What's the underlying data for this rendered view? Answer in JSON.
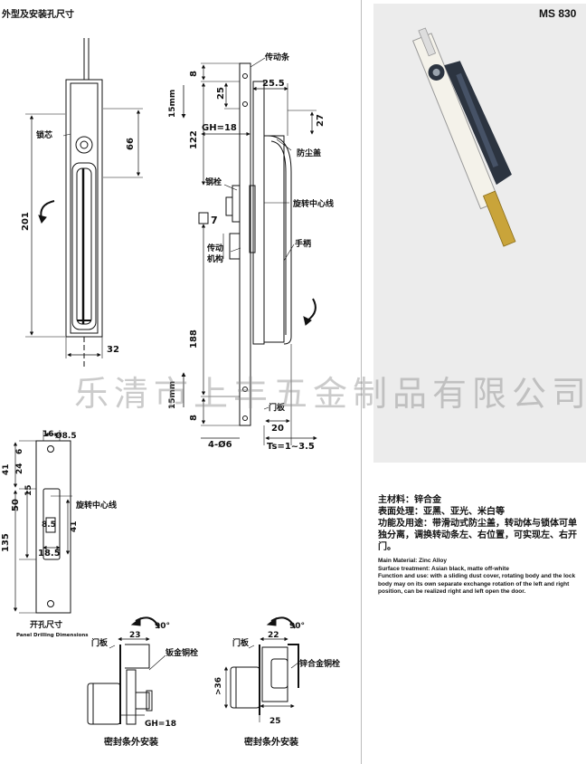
{
  "header": {
    "title": "外型及安装孔尺寸",
    "model": "MS 830"
  },
  "labels": {
    "lock_core": "锁芯",
    "transmission_bar": "传动条",
    "dust_cover": "防尘盖",
    "latch_pin": "钢栓",
    "rotation_center": "旋转中心线",
    "transmission_mech_1": "传动",
    "transmission_mech_2": "机构",
    "handle": "手柄",
    "door_panel": "门板",
    "panel_drilling_cn": "开孔尺寸",
    "panel_drilling_en": "Panel Drilling Dimensions",
    "sheet_pin": "钣金铜栓",
    "zinc_pin": "锌合金铜栓",
    "door_left": "门板",
    "door_right": "门板",
    "seal_install_left": "密封条外安装",
    "seal_install_right": "密封条外安装"
  },
  "dims": {
    "d201": "201",
    "d66": "66",
    "d32": "32",
    "d8_top": "8",
    "d25": "25",
    "d25_5": "25.5",
    "d27": "27",
    "d122": "122",
    "gh18": "GH=18",
    "d15mm_top": "15mm",
    "d7": "7",
    "d188": "188",
    "d15mm_bot": "15mm",
    "d8_bot": "8",
    "d4_6": "4-Ø6",
    "d20": "20",
    "ts": "Ts=1~3.5",
    "d16": "16",
    "d8_5_top": "Ø8.5",
    "d41_top": "41",
    "d24": "24",
    "d6": "6",
    "d15": "15",
    "d50": "50",
    "d41_side": "41",
    "d135": "135",
    "d8_5_mid": "8.5",
    "d18_5": "18.5",
    "d23": "23",
    "d90_left": "90°",
    "gh18_b": "GH=18",
    "d22": "22",
    "d90_right": "90°",
    "d36": ">36",
    "d25_b": "25"
  },
  "specs_cn": [
    "主材料：锌合金",
    "表面处理：亚黑、亚光、米白等",
    "功能及用途：带滑动式防尘盖，转动体与锁体可单独分离，调换转动条左、右位置，可实现左、右开门。"
  ],
  "specs_en": [
    "Main Material: Zinc Alloy",
    "Surface treatment: Asian black, matte off-white",
    "Function and use: with a sliding dust cover, rotating body and the lock body may on its own separate exchange rotation of the left and right position, can be realized right and left open the door."
  ],
  "watermark": "乐清市上丰五金制品有限公司",
  "colors": {
    "photo_bg": "#ececec",
    "handle_dark": "#2c3440",
    "body_light": "#f4f2ea",
    "brass": "#c9a43a"
  }
}
